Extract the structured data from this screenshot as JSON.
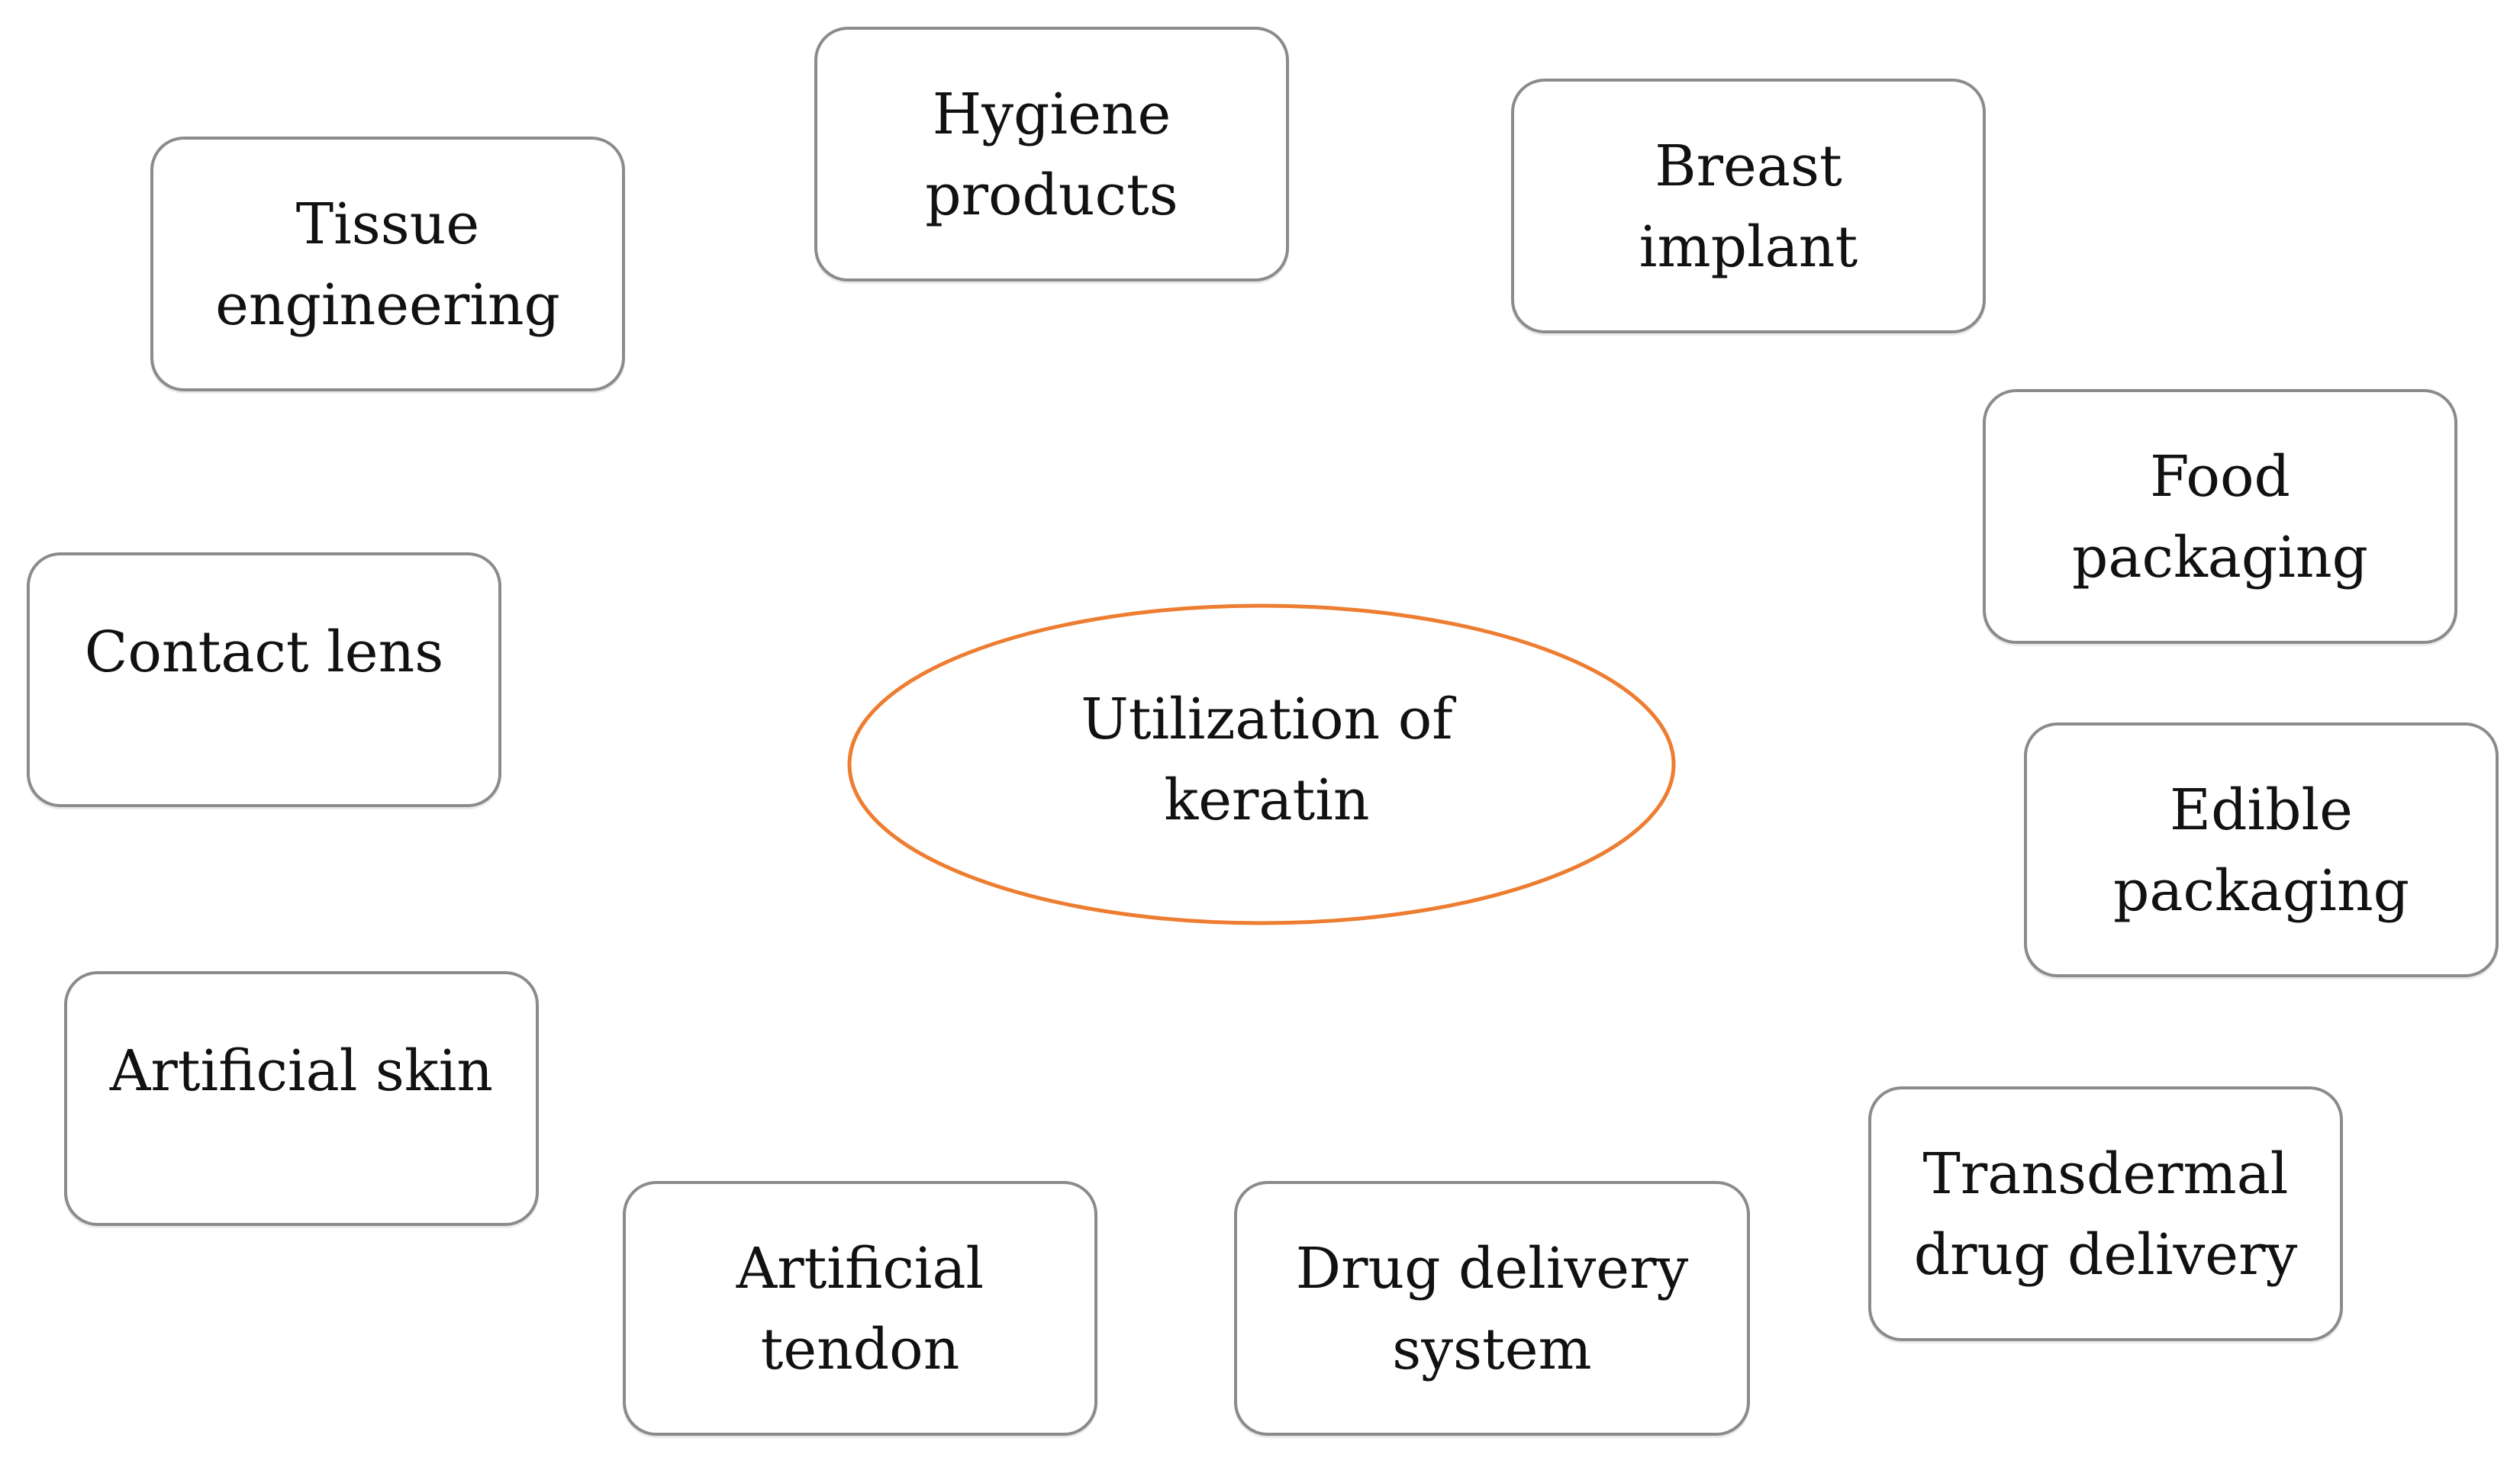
{
  "diagram": {
    "center": {
      "text": "Utilization of\nkeratin",
      "stroke_color": "#ed7d31"
    },
    "nodes": [
      {
        "key": "tissue",
        "text": "Tissue\nengineering"
      },
      {
        "key": "hygiene",
        "text": "Hygiene\nproducts"
      },
      {
        "key": "breast",
        "text": "Breast\nimplant"
      },
      {
        "key": "food",
        "text": "Food\npackaging"
      },
      {
        "key": "contact",
        "text": "Contact lens"
      },
      {
        "key": "edible",
        "text": "Edible\npackaging"
      },
      {
        "key": "skin",
        "text": "Artificial skin"
      },
      {
        "key": "tendon",
        "text": "Artificial\ntendon"
      },
      {
        "key": "drug",
        "text": "Drug delivery\nsystem"
      },
      {
        "key": "transdermal",
        "text": "Transdermal\ndrug delivery"
      }
    ],
    "node_border_color": "#8b8b8b",
    "text_color": "#111111",
    "background_color": "#ffffff"
  }
}
